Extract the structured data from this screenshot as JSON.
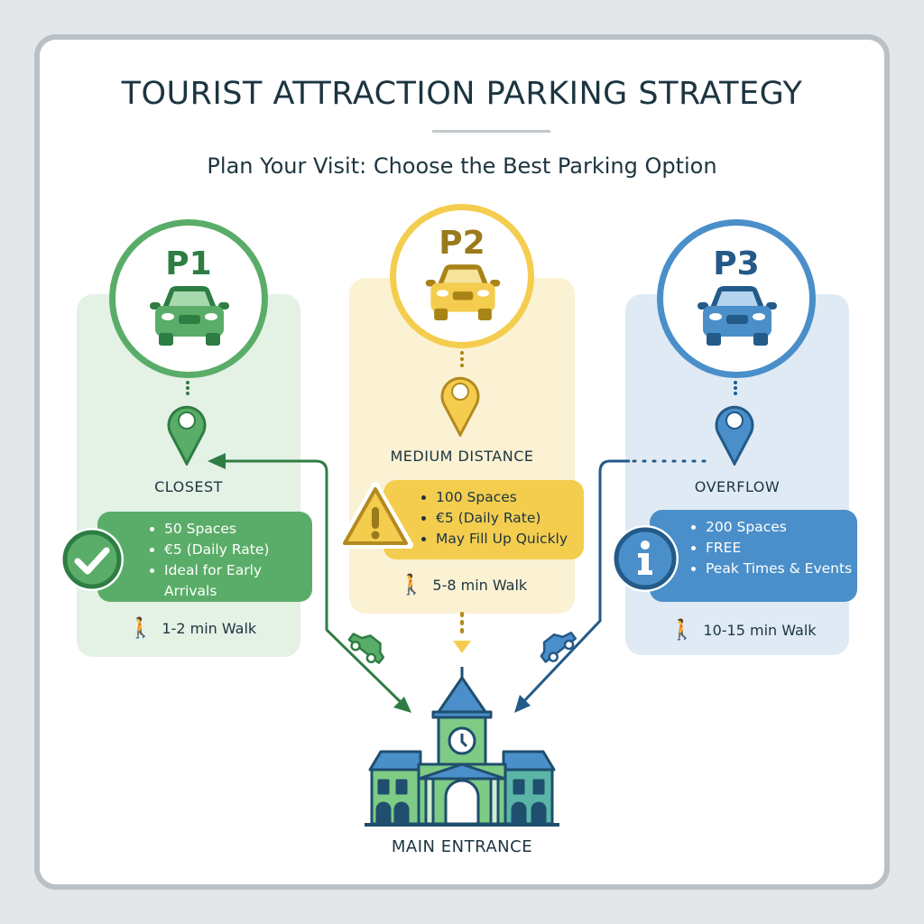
{
  "header": {
    "title": "TOURIST ATTRACTION PARKING STRATEGY",
    "subtitle": "Plan Your Visit: Choose the Best Parking Option"
  },
  "colors": {
    "green": "#5aad68",
    "green_dark": "#2e7d43",
    "green_bg": "#e4f1e5",
    "yellow": "#f4cd4f",
    "yellow_dark": "#b38a1f",
    "yellow_bg": "#fbf1d3",
    "blue": "#4a8fc9",
    "blue_dark": "#235a88",
    "blue_bg": "#dfeaf5"
  },
  "lots": [
    {
      "id": "P1",
      "zone": "CLOSEST",
      "status_icon": "checkmark-icon",
      "details": [
        "50 Spaces",
        "€5 (Daily Rate)",
        "Ideal for Early Arrivals"
      ],
      "walk": "1-2 min Walk"
    },
    {
      "id": "P2",
      "zone": "MEDIUM DISTANCE",
      "status_icon": "warning-icon",
      "details": [
        "100 Spaces",
        "€5 (Daily Rate)",
        "May Fill Up Quickly"
      ],
      "walk": "5-8 min Walk"
    },
    {
      "id": "P3",
      "zone": "OVERFLOW",
      "status_icon": "info-icon",
      "details": [
        "200 Spaces",
        "FREE",
        "Peak Times & Events"
      ],
      "walk": "10-15 min Walk"
    }
  ],
  "destination": {
    "label": "MAIN ENTRANCE",
    "icon": "building-icon"
  }
}
